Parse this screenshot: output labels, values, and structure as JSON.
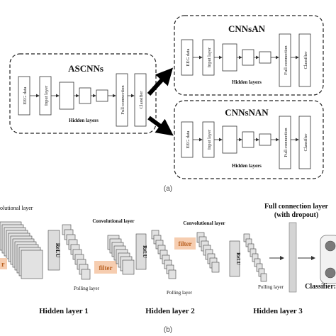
{
  "panel_a": {
    "caption": "(a)",
    "ascnns": {
      "title": "ASCNNs",
      "blocks": [
        "EEG data",
        "Input layer",
        "Full-connection",
        "Classifier"
      ],
      "hidden_label": "Hidden layers"
    },
    "cnnsan": {
      "title": "CNNsAN",
      "blocks": [
        "EEG data",
        "Input layer",
        "Full-connection",
        "Classifier"
      ],
      "hidden_label": "Hidden layers"
    },
    "cnnsnan": {
      "title": "CNNsNAN",
      "blocks": [
        "EEG data",
        "Input layer",
        "Full-connection",
        "Classifier"
      ],
      "hidden_label": "Hidden layers"
    }
  },
  "panel_b": {
    "caption": "(b)",
    "conv_label_1": "olutional layer",
    "conv_label_2": "Convolutional layer",
    "conv_label_3": "Convolutional layer",
    "relu": "ReLU",
    "filter": "filter",
    "filter_partial": "r",
    "pooling_label": "Polling layer",
    "fc_label_line1": "Full connection layer",
    "fc_label_line2": "(with dropout)",
    "classifier_label": "Classifier:",
    "hidden_1": "Hidden layer 1",
    "hidden_2": "Hidden layer 2",
    "hidden_3": "Hidden layer 3"
  },
  "colors": {
    "filter_bg": "#f6cdb0",
    "filter_text": "#b85f1f",
    "arrow": "#000000",
    "fc_bar": "#d4d4d4",
    "circle": "#7a7a7a"
  }
}
